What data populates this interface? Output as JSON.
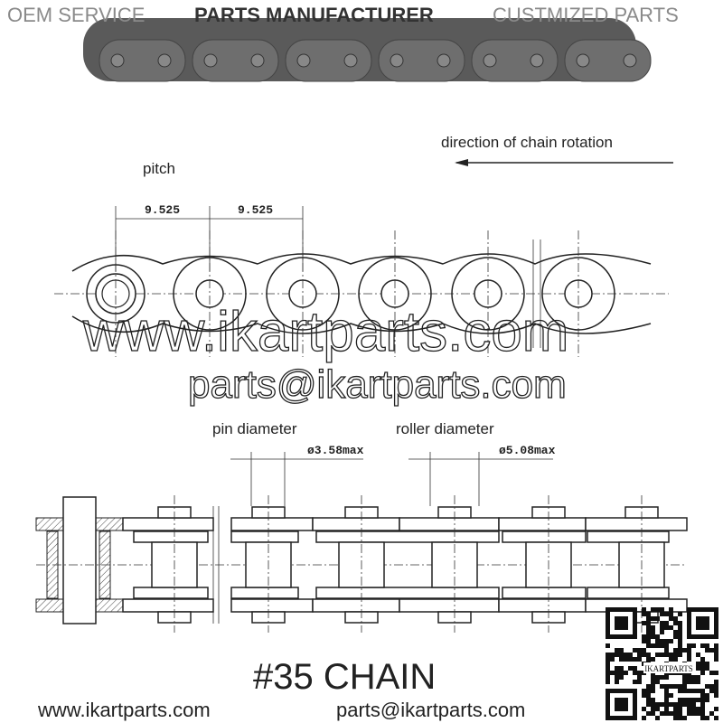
{
  "header": {
    "oem_service": "OEM SERVICE",
    "parts_manufacturer": "PARTS MANUFACTURER",
    "customized_parts": "CUSTMIZED PARTS"
  },
  "side_view": {
    "direction_label": "direction  of chain rotation",
    "pitch_label": "pitch",
    "pitch_values": [
      "9.525",
      "9.525"
    ]
  },
  "watermarks": {
    "website": "www.ikartparts.com",
    "email": "parts@ikartparts.com"
  },
  "top_view": {
    "pin_label": "pin diameter",
    "roller_label": "roller diameter",
    "pin_value": "ø3.58max",
    "roller_value": "ø5.08max"
  },
  "qr": {
    "label": "IKARTPARTS"
  },
  "footer": {
    "title": "#35 CHAIN",
    "website": "www.ikartparts.com",
    "email": "parts@ikartparts.com"
  },
  "colors": {
    "chain_metal": "#6e6e6e",
    "line": "#222222"
  }
}
